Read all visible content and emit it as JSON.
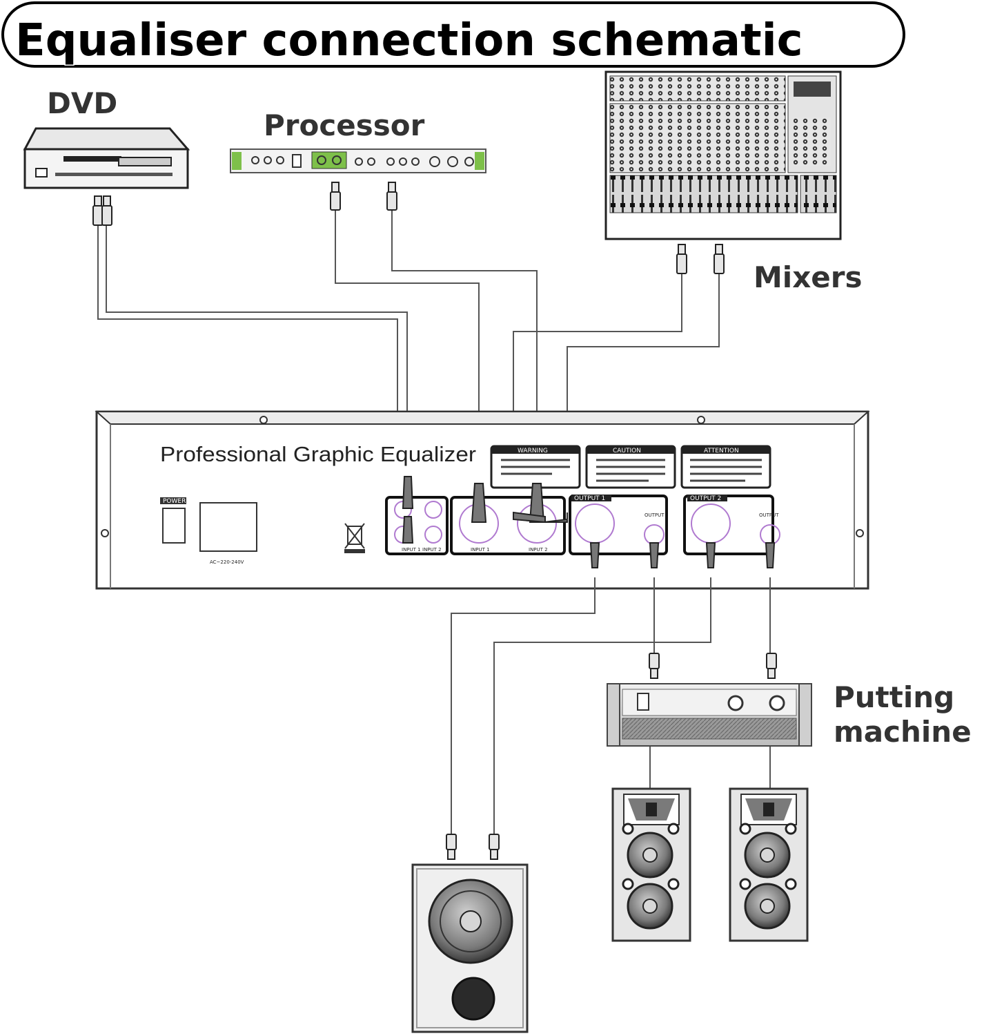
{
  "title": "Equaliser connection schematic",
  "labels": {
    "dvd": "DVD",
    "processor": "Processor",
    "mixers": "Mixers",
    "putting_machine_line1": "Putting",
    "putting_machine_line2": "machine"
  },
  "equalizer": {
    "name": "Professional Graphic Equalizer",
    "warning": "WARNING",
    "caution": "CAUTION",
    "attention": "ATTENTION",
    "power": "POWER",
    "voltage": "AC~220-240V",
    "output1": "OUTPUT 1",
    "output2": "OUTPUT 2",
    "output_label": "OUTPUT",
    "input1": "INPUT 1",
    "input2": "INPUT 2"
  },
  "colors": {
    "processor_green": "#7ec04a",
    "connector_purple": "#b07ad0",
    "cable_gray": "#555555"
  },
  "icons": [
    "dvd-player-icon",
    "processor-icon",
    "mixer-icon",
    "equalizer-panel",
    "power-amplifier-icon",
    "subwoofer-icon",
    "speaker-icon"
  ]
}
